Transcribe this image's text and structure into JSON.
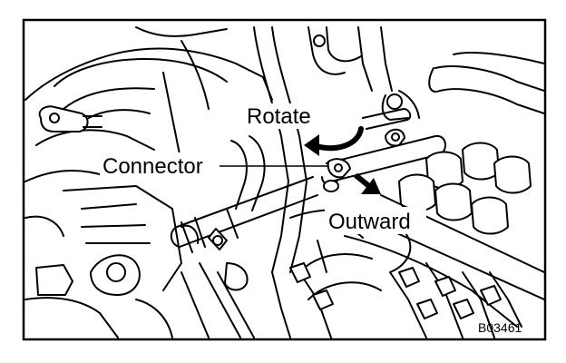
{
  "labels": {
    "rotate": "Rotate",
    "connector": "Connector",
    "outward": "Outward",
    "figure_code": "B03461"
  },
  "colors": {
    "ink": "#000000",
    "paper": "#ffffff"
  }
}
